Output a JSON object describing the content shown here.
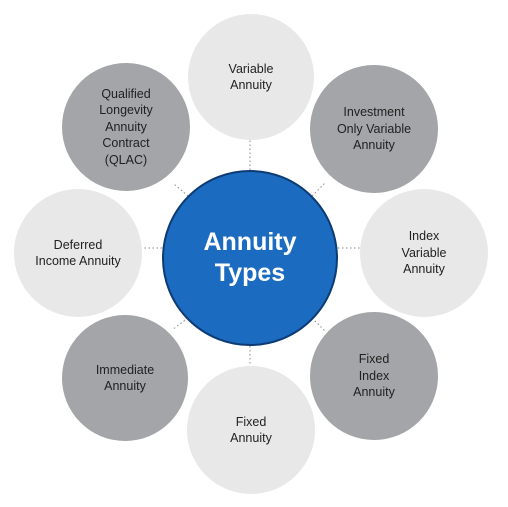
{
  "center": {
    "label": "Annuity\nTypes",
    "fill": "#1b6bc0",
    "border": "#0d3b73"
  },
  "nodes": [
    {
      "id": "variable-annuity",
      "label": "Variable\nAnnuity",
      "shade": "light"
    },
    {
      "id": "investment-only-variable-annuity",
      "label": "Investment\nOnly Variable\nAnnuity",
      "shade": "dark"
    },
    {
      "id": "index-variable-annuity",
      "label": "Index\nVariable\nAnnuity",
      "shade": "light"
    },
    {
      "id": "fixed-index-annuity",
      "label": "Fixed\nIndex\nAnnuity",
      "shade": "dark"
    },
    {
      "id": "fixed-annuity",
      "label": "Fixed\nAnnuity",
      "shade": "light"
    },
    {
      "id": "immediate-annuity",
      "label": "Immediate\nAnnuity",
      "shade": "dark"
    },
    {
      "id": "deferred-income-annuity",
      "label": "Deferred\nIncome Annuity",
      "shade": "light"
    },
    {
      "id": "qualified-longevity-annuity-contract",
      "label": "Qualified\nLongevity\nAnnuity\nContract\n(QLAC)",
      "shade": "dark"
    }
  ],
  "colors": {
    "light_node": "#e8e8e9",
    "dark_node": "#a3a5a8",
    "connector": "#8a8a8a"
  }
}
